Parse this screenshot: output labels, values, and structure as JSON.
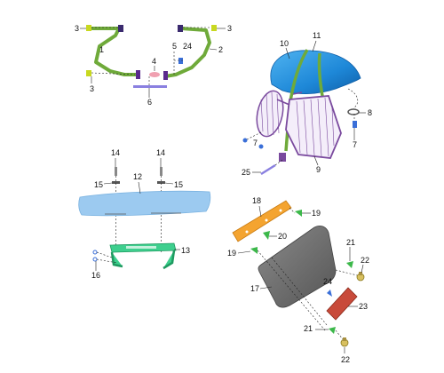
{
  "labels": {
    "l1": "1",
    "l2": "2",
    "l3a": "3",
    "l3b": "3",
    "l3c": "3",
    "l4": "4",
    "l5": "5",
    "l6": "6",
    "l7a": "7",
    "l7b": "7",
    "l8": "8",
    "l9": "9",
    "l10": "10",
    "l11": "11",
    "l12": "12",
    "l13": "13",
    "l14a": "14",
    "l14b": "14",
    "l15a": "15",
    "l15b": "15",
    "l16": "16",
    "l17": "17",
    "l18": "18",
    "l19a": "19",
    "l19b": "19",
    "l20": "20",
    "l21a": "21",
    "l21b": "21",
    "l22a": "22",
    "l22b": "22",
    "l23": "23",
    "l24a": "24",
    "l24b": "24",
    "l25": "25"
  },
  "colors": {
    "crash_bar": "#6faa3a",
    "fairing": "#1e88d8",
    "frame": "#7a4a9e",
    "windscreen": "#9ccaf0",
    "bracket": "#3ecf8e",
    "orange_bracket": "#f4a430",
    "plate": "#6e6e6e",
    "reflector": "#c84a3a",
    "bolt": "#3a6fd8",
    "nut": "#d8c060",
    "clip": "#3cb84a"
  }
}
